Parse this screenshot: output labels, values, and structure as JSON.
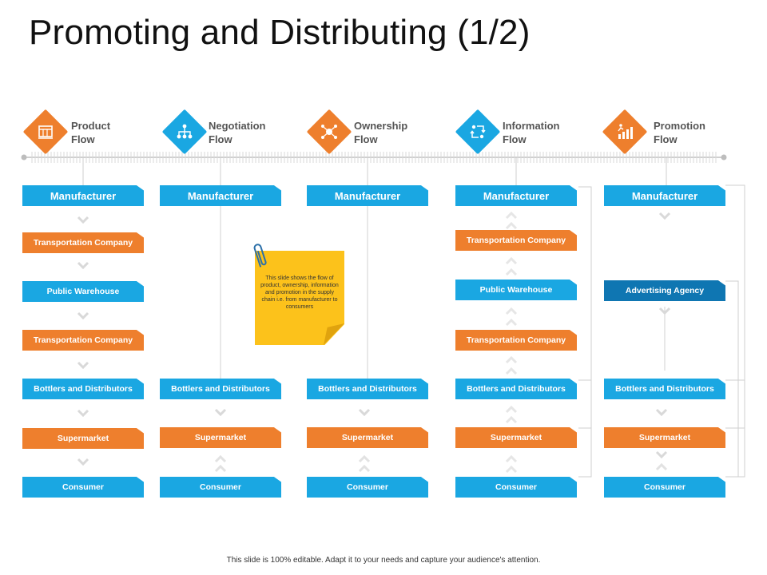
{
  "slide": {
    "title": "Promoting and Distributing (1/2)",
    "footer": "This slide is 100% editable. Adapt it to your needs and capture your audience's attention."
  },
  "colors": {
    "blue": "#1aa7e2",
    "orange": "#ee7f2d",
    "dark_blue": "#0f76b2",
    "note_yellow": "#fcc21b"
  },
  "columns": [
    {
      "heading": "Product\nFlow",
      "icon": "crate-icon",
      "icon_color": "orange",
      "boxes": [
        {
          "label": "Manufacturer",
          "color": "blue"
        },
        {
          "label": "Transportation Company",
          "color": "orange"
        },
        {
          "label": "Public Warehouse",
          "color": "blue"
        },
        {
          "label": "Transportation Company",
          "color": "orange"
        },
        {
          "label": "Bottlers and Distributors",
          "color": "blue"
        },
        {
          "label": "Supermarket",
          "color": "orange"
        },
        {
          "label": "Consumer",
          "color": "blue"
        }
      ]
    },
    {
      "heading": "Negotiation\nFlow",
      "icon": "hierarchy-icon",
      "icon_color": "blue",
      "boxes": [
        {
          "label": "Manufacturer",
          "color": "blue"
        },
        {
          "label": "Bottlers and Distributors",
          "color": "blue"
        },
        {
          "label": "Supermarket",
          "color": "orange"
        },
        {
          "label": "Consumer",
          "color": "blue"
        }
      ]
    },
    {
      "heading": "Ownership\nFlow",
      "icon": "network-people-icon",
      "icon_color": "orange",
      "boxes": [
        {
          "label": "Manufacturer",
          "color": "blue"
        },
        {
          "label": "Bottlers and Distributors",
          "color": "blue"
        },
        {
          "label": "Supermarket",
          "color": "orange"
        },
        {
          "label": "Consumer",
          "color": "blue"
        }
      ]
    },
    {
      "heading": "Information\nFlow",
      "icon": "exchange-icon",
      "icon_color": "blue",
      "boxes": [
        {
          "label": "Manufacturer",
          "color": "blue"
        },
        {
          "label": "Transportation Company",
          "color": "orange"
        },
        {
          "label": "Public Warehouse",
          "color": "blue"
        },
        {
          "label": "Transportation Company",
          "color": "orange"
        },
        {
          "label": "Bottlers and Distributors",
          "color": "blue"
        },
        {
          "label": "Supermarket",
          "color": "orange"
        },
        {
          "label": "Consumer",
          "color": "blue"
        }
      ]
    },
    {
      "heading": "Promotion\nFlow",
      "icon": "growth-chart-icon",
      "icon_color": "orange",
      "boxes": [
        {
          "label": "Manufacturer",
          "color": "blue"
        },
        {
          "label": "Advertising Agency",
          "color": "dark_blue"
        },
        {
          "label": "Bottlers and Distributors",
          "color": "blue"
        },
        {
          "label": "Supermarket",
          "color": "orange"
        },
        {
          "label": "Consumer",
          "color": "blue"
        }
      ]
    }
  ],
  "sticky_note": {
    "text": "This slide shows the flow of product, ownership, information and promotion in the supply chain i.e. from manufacturer to consumers"
  }
}
